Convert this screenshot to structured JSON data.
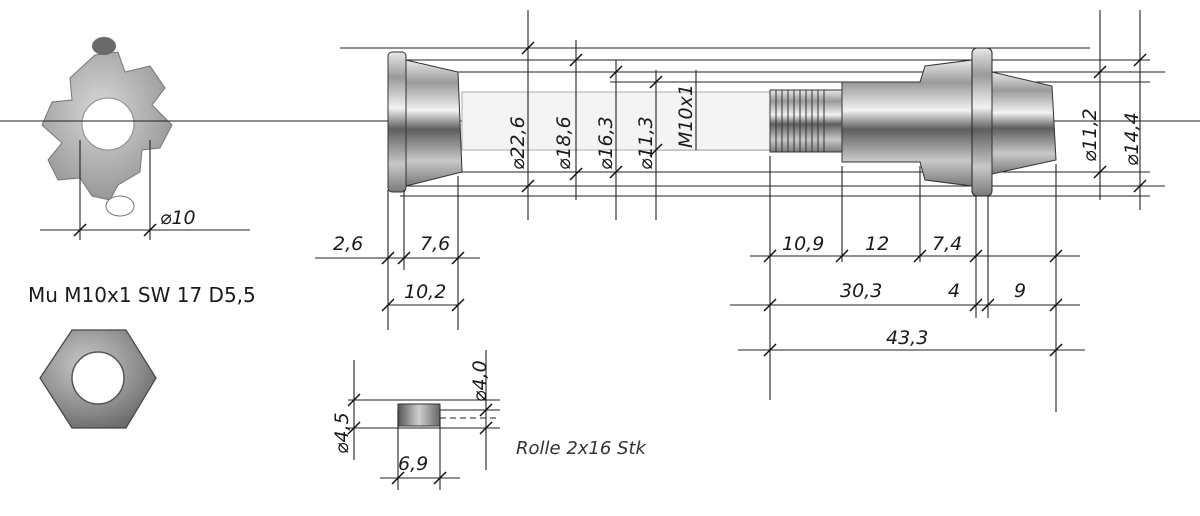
{
  "drawing": {
    "nut_note": "Mu M10x1 SW 17 D5,5",
    "roller_note": "Rolle 2x16 Stk",
    "star_nut": {
      "bore_dim": "⌀10"
    },
    "shaft": {
      "diameters": {
        "d1": "⌀22,6",
        "d2": "⌀18,6",
        "d3": "⌀16,3",
        "d4": "⌀11,3",
        "thread": "M10x1",
        "d5": "⌀11,2",
        "d6": "⌀14,4"
      },
      "lengths": {
        "l1": "2,6",
        "l2": "7,6",
        "l3": "10,2",
        "l4": "10,9",
        "l5": "12",
        "l6": "7,4",
        "l7": "30,3",
        "l8": "4",
        "l9": "9",
        "l10": "43,3"
      }
    },
    "roller": {
      "d_outer": "⌀4,5",
      "d_inner": "⌀4,0",
      "length": "6,9"
    }
  }
}
